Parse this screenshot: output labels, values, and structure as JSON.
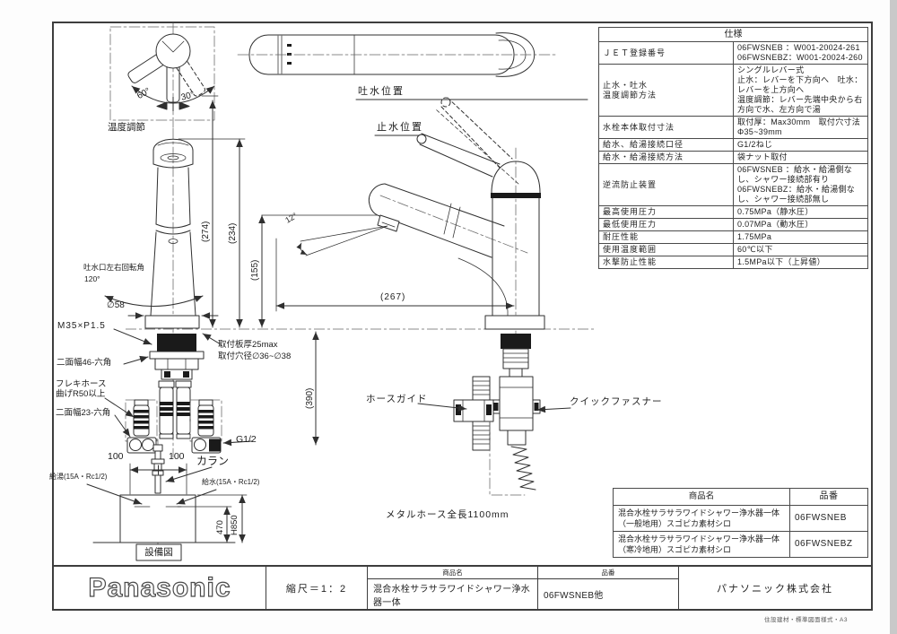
{
  "sheet": {
    "footer_note": "住設建材・標準図面様式・A3"
  },
  "spec_table": {
    "title": "仕様",
    "rows": [
      {
        "label": "ＪＥＴ登録番号",
        "value": "06FWSNEB ：W001-20024-261\n06FWSNEBZ：W001-20024-260"
      },
      {
        "label": "止水・吐水\n温度調節方法",
        "value": "シングルレバー式\n止水：レバーを下方向へ　吐水：レバーを上方向へ\n温度調節：レバー先端中央から右方向で水、左方向で湯"
      },
      {
        "label": "水栓本体取付寸法",
        "value": "取付厚：Max30mm　取付穴寸法Φ35~39mm"
      },
      {
        "label": "給水、給湯接続口径",
        "value": "G1/2ねじ"
      },
      {
        "label": "給水・給湯接続方法",
        "value": "袋ナット取付"
      },
      {
        "label": "逆流防止装置",
        "value": "06FWSNEB ：給水・給湯側なし、シャワー接続部有り\n06FWSNEBZ：給水・給湯側なし、シャワー接続部無し"
      },
      {
        "label": "最高使用圧力",
        "value": "0.75MPa（静水圧）"
      },
      {
        "label": "最低使用圧力",
        "value": "0.07MPa（動水圧）"
      },
      {
        "label": "耐圧性能",
        "value": "1.75MPa"
      },
      {
        "label": "使用温度範囲",
        "value": "60℃以下"
      },
      {
        "label": "水撃防止性能",
        "value": "1.5MPa以下（上昇値）"
      }
    ]
  },
  "product_table": {
    "col_name": "商品名",
    "col_code": "品番",
    "rows": [
      {
        "name": "混合水栓サラサラワイドシャワー浄水器一体\n（一般地用）スゴピカ素材シロ",
        "code": "06FWSNEB"
      },
      {
        "name": "混合水栓サラサラワイドシャワー浄水器一体\n（寒冷地用）スゴピカ素材シロ",
        "code": "06FWSNEBZ"
      }
    ]
  },
  "title_block": {
    "brand": "Panasonic",
    "scale": "縮尺＝1：2",
    "name_header": "商品名",
    "name": "混合水栓サラサラワイドシャワー浄水器一体",
    "code_header": "品番",
    "code": "06FWSNEB他",
    "company": "パナソニック株式会社"
  },
  "drawing": {
    "labels": {
      "temp_adjust": "温度調節",
      "deg60": "60°",
      "deg30": "30°",
      "spout_pos": "吐水位置",
      "stop_pos": "止水位置",
      "dim274": "(274)",
      "dim234": "(234)",
      "dim155": "(155)",
      "dim267": "(267)",
      "deg12": "12°",
      "swivel_caption": "吐水口左右回転角",
      "swivel_deg": "120°",
      "dia58": "∅58",
      "thread": "M35×P1.5",
      "hex46": "二面幅46-六角",
      "flex_hose": "フレキホース\n曲げR50以上",
      "hex23": "二面幅23-六角",
      "plate": "取付板厚25max",
      "hole": "取付穴径∅36~∅38",
      "dim390": "(390)",
      "g_half": "G1/2",
      "d100a": "100",
      "d100b": "100",
      "karan": "カラン",
      "hot": "給湯(15A・Rc1/2)",
      "cold": "給水(15A・Rc1/2)",
      "d470": "470",
      "h850": "H850",
      "equip": "設備図",
      "hose_guide": "ホースガイド",
      "quick_fastener": "クイックファスナー",
      "metal_hose": "メタルホース全長1100mm"
    }
  }
}
